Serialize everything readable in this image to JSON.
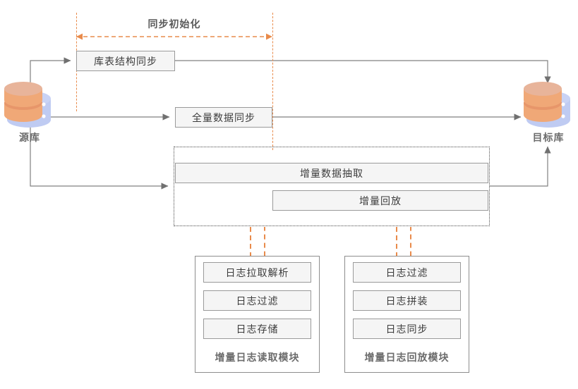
{
  "diagram": {
    "title_phase": "同步初始化",
    "accent_color": "#e98b4b",
    "line_color": "#808080",
    "box_fill": "#f5f5f5",
    "box_border": "#9a9a9a",
    "text_color": "#3c3c3c",
    "label_color": "#6b6b6b"
  },
  "databases": {
    "source": {
      "label": "源库",
      "icon": "database-icon"
    },
    "target": {
      "label": "目标库",
      "icon": "database-icon"
    }
  },
  "stages": {
    "schema_sync": "库表结构同步",
    "full_data_sync": "全量数据同步",
    "incremental_extract": "增量数据抽取",
    "incremental_replay": "增量回放"
  },
  "modules": [
    {
      "title": "增量日志读取模块",
      "steps": [
        "日志拉取解析",
        "日志过滤",
        "日志存储"
      ]
    },
    {
      "title": "增量日志回放模块",
      "steps": [
        "日志过滤",
        "日志拼装",
        "日志同步"
      ]
    }
  ]
}
